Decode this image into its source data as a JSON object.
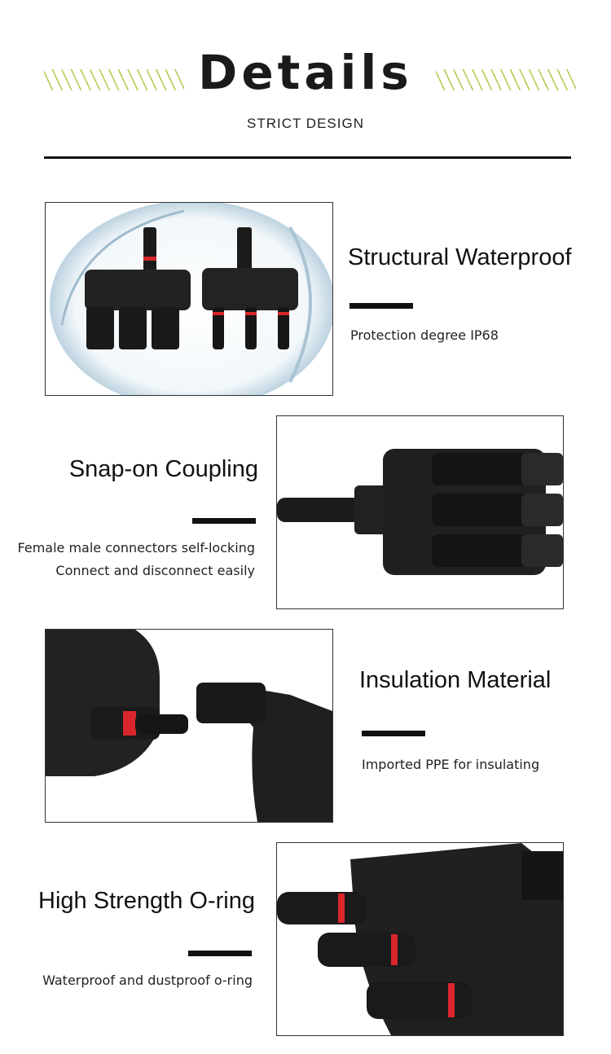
{
  "header": {
    "title": "Details",
    "subtitle": "STRICT DESIGN"
  },
  "colors": {
    "accent_hatch": "#b7c64a",
    "text": "#111111",
    "seal_red": "#d8262c"
  },
  "features": [
    {
      "title": "Structural Waterproof",
      "lines": [
        "Protection degree IP68"
      ]
    },
    {
      "title": "Snap-on Coupling",
      "lines": [
        "Female male connectors self-locking",
        "Connect and disconnect easily"
      ]
    },
    {
      "title": "Insulation Material",
      "lines": [
        "Imported PPE for insulating"
      ]
    },
    {
      "title": "High Strength O-ring",
      "lines": [
        "Waterproof and dustproof o-ring"
      ]
    }
  ]
}
